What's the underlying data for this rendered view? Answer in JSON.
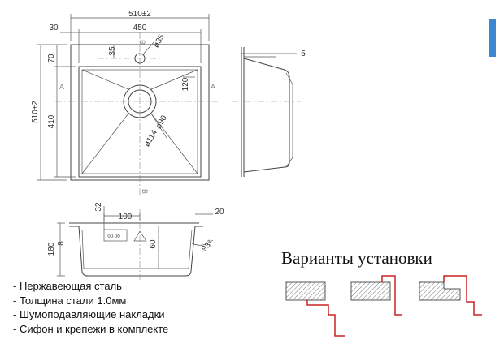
{
  "dimensions": {
    "overall_width": "510±2",
    "inner_width": "450",
    "flange": "30",
    "drain_offset_top": "70",
    "drain_offset_side": "35",
    "drain_hole": "ø35",
    "overall_depth": "510±2",
    "inner_length": "410",
    "corner_radius": "120",
    "drain_outer": "ø114",
    "drain_inner": "ø90",
    "section_a": "A",
    "section_b": "B",
    "rim_width": "5",
    "edge": "20",
    "drain_bracket_width": "100",
    "drain_bracket_height": "32",
    "bowl_height": "180",
    "rim_thickness": "8",
    "drain_height": "60",
    "wall_angle": "93°",
    "plate_mark": "00·00"
  },
  "installation": {
    "heading": "Варианты установки",
    "accent_color": "#cc2222"
  },
  "features": [
    "- Нержавеющая сталь",
    "- Толщина стали 1.0мм",
    "- Шумоподавляющие накладки",
    "- Сифон и крепежи в комплекте"
  ],
  "accent_tab_color": "#3d87d2"
}
